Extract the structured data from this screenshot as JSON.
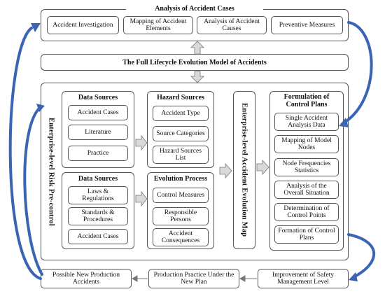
{
  "analysis": {
    "title": "Analysis of Accident Cases",
    "items": [
      "Accident Investigation",
      "Mapping of Accident Elements",
      "Analysis of Accident Causes",
      "Preventive Measures"
    ]
  },
  "lifecycle": {
    "title": "The Full Lifecycle Evolution Model of Accidents"
  },
  "risk_precontrol": {
    "label": "Enterprise-level Risk Pre-control"
  },
  "data_sources_1": {
    "title": "Data Sources",
    "items": [
      "Accident Cases",
      "Literature",
      "Practice"
    ]
  },
  "data_sources_2": {
    "title": "Data Sources",
    "items": [
      "Laws & Regulations",
      "Standards & Procedures",
      "Accident Cases"
    ]
  },
  "hazard_sources": {
    "title": "Hazard Sources",
    "items": [
      "Accident Type",
      "Source Categories",
      "Hazard Sources List"
    ]
  },
  "evolution_process": {
    "title": "Evolution Process",
    "items": [
      "Control Measures",
      "Responsible Persons",
      "Accident Consequences"
    ]
  },
  "evolution_map": {
    "label": "Enterprise-level Accident Evolution Map"
  },
  "control_plans": {
    "title": "Formulation of Control Plans",
    "items": [
      "Single Accident Analysis Data",
      "Mapping of Model Nodes",
      "Node Frequencies Statistics",
      "Analysis of the Overall Situation",
      "Determination of Control Points",
      "Formation of Control Plans"
    ]
  },
  "bottom": {
    "items": [
      "Possible New Production Accidents",
      "Production Practice Under the New Plan",
      "Improvement of Safety Management Level"
    ]
  },
  "colors": {
    "arrow_blue": "#3a64b4",
    "arrow_gray": "#d9d9d9",
    "border": "#555555"
  }
}
